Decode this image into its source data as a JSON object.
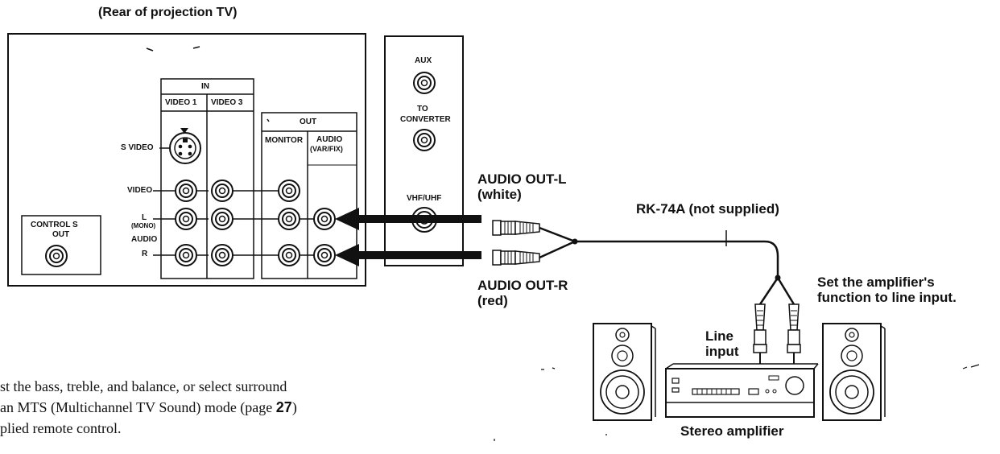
{
  "header": {
    "rear_title": "(Rear of projection TV)"
  },
  "tv_panel": {
    "in_group": "IN",
    "video1": "VIDEO 1",
    "video3": "VIDEO 3",
    "out_group": "OUT",
    "monitor": "MONITOR",
    "audio_line1": "AUDIO",
    "audio_line2": "(VAR/FIX)",
    "s_video": "S VIDEO",
    "video": "VIDEO",
    "l_label": "L",
    "mono_label": "(MONO)",
    "audio_label": "AUDIO",
    "r_label": "R",
    "control_s_line1": "CONTROL S",
    "control_s_line2": "OUT"
  },
  "antenna_panel": {
    "aux": "AUX",
    "to": "TO",
    "converter": "CONVERTER",
    "vhf_uhf": "VHF/UHF"
  },
  "callouts": {
    "audio_out_l_line1": "AUDIO OUT-L",
    "audio_out_l_line2": "(white)",
    "cable": "RK-74A (not supplied)",
    "audio_out_r_line1": "AUDIO OUT-R",
    "audio_out_r_line2": "(red)",
    "set_amp_line1": "Set the amplifier's",
    "set_amp_line2": "function to line input.",
    "line_input_line1": "Line",
    "line_input_line2": "input",
    "stereo_amp": "Stereo amplifier"
  },
  "body_text": {
    "line1": "st the bass, treble, and balance, or select surround",
    "line2_pre": "an MTS (Multichannel TV Sound) mode (page ",
    "line2_page": "27",
    "line2_post": ")",
    "line3": "plied remote control."
  }
}
